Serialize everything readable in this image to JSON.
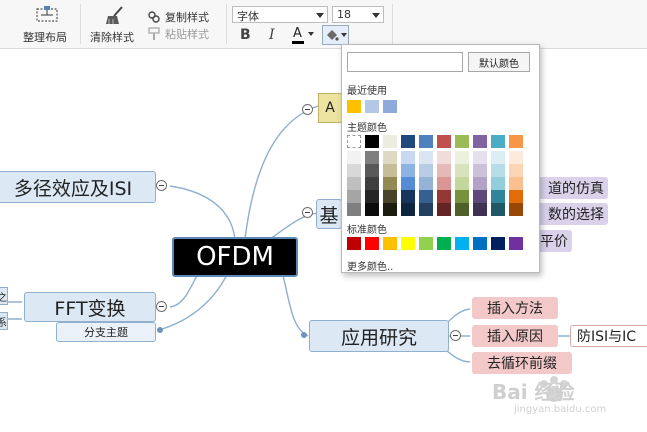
{
  "toolbar": {
    "organize_layout": "整理布局",
    "clear_style": "清除样式",
    "copy_style": "复制样式",
    "paste_style": "粘贴样式",
    "font_family_value": "字体",
    "font_size_value": "18",
    "bold": "B",
    "italic": "I",
    "font_color": "A"
  },
  "mindmap": {
    "root": "OFDM",
    "nodes": {
      "multipath": "多径效应及ISI",
      "fft": "FFT变换",
      "branch_topic": "分支主题",
      "application": "应用研究",
      "partial_a": "A",
      "partial_b": "基",
      "insert_method": "插入方法",
      "insert_reason": "插入原因",
      "prevent_isi": "防ISI与IC",
      "cyclic_prefix": "去循环前缀",
      "sim_partial": "道的仿真",
      "select_partial": "数的选择",
      "eval_partial": "平价",
      "left_edge_1": "之",
      "left_edge_2": "系"
    }
  },
  "color_popup": {
    "default_color_button": "默认颜色",
    "recent_label": "最近使用",
    "recent_colors": [
      "#ffc000",
      "#b4c7e7",
      "#8eaadb"
    ],
    "theme_label": "主题颜色",
    "theme_rows": [
      [
        "#ffffff",
        "#000000",
        "#eeece1",
        "#1f497d",
        "#4f81bd",
        "#c0504d",
        "#9bbb59",
        "#8064a2",
        "#4bacc6",
        "#f79646"
      ],
      [
        "#f2f2f2",
        "#7f7f7f",
        "#ddd9c3",
        "#c6d9f0",
        "#dbe5f1",
        "#f2dcdb",
        "#ebf1dd",
        "#e5e0ec",
        "#dbeef3",
        "#fdeada"
      ],
      [
        "#d8d8d8",
        "#595959",
        "#c4bd97",
        "#8db3e2",
        "#b8cce4",
        "#e5b9b7",
        "#d7e3bc",
        "#ccc1d9",
        "#b7dde8",
        "#fbd5b5"
      ],
      [
        "#bfbfbf",
        "#3f3f3f",
        "#938953",
        "#548dd4",
        "#95b3d7",
        "#d99694",
        "#c3d69b",
        "#b2a2c7",
        "#92cddc",
        "#fac08f"
      ],
      [
        "#a5a5a5",
        "#262626",
        "#494429",
        "#17365d",
        "#366092",
        "#953734",
        "#76923c",
        "#5f497a",
        "#31859b",
        "#e36c09"
      ],
      [
        "#7f7f7f",
        "#0c0c0c",
        "#1d1b10",
        "#0f243e",
        "#244061",
        "#632423",
        "#4f6128",
        "#3f3151",
        "#205867",
        "#974806"
      ]
    ],
    "standard_label": "标准颜色",
    "standard_colors": [
      "#c00000",
      "#ff0000",
      "#ffc000",
      "#ffff00",
      "#92d050",
      "#00b050",
      "#00b0f0",
      "#0070c0",
      "#002060",
      "#7030a0"
    ],
    "more_colors": "更多颜色.."
  },
  "watermark": {
    "brand": "Bai 经验",
    "url": "jingyan.baidu.com"
  }
}
